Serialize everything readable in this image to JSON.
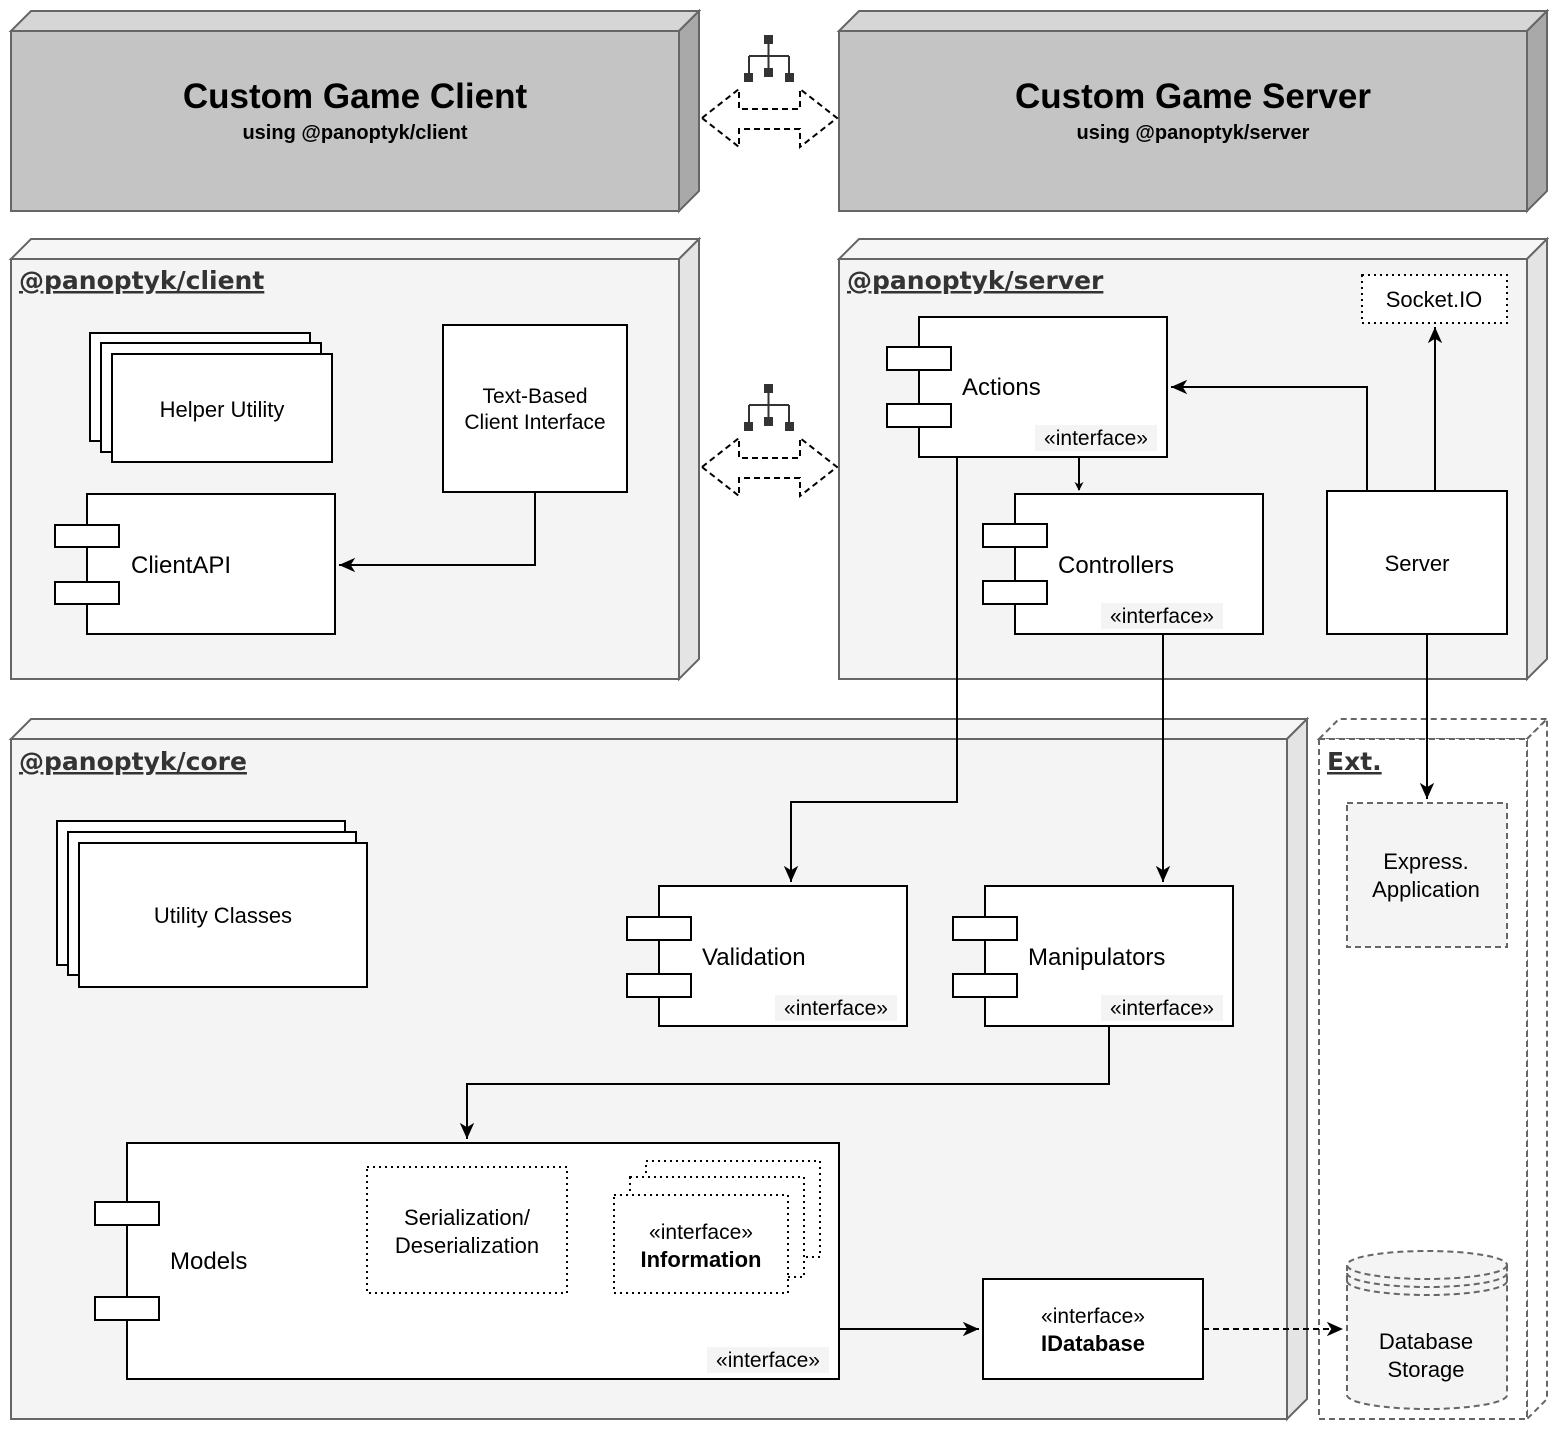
{
  "top": {
    "client": {
      "title": "Custom Game Client",
      "subtitle": "using @panoptyk/client"
    },
    "server": {
      "title": "Custom Game Server",
      "subtitle": "using @panoptyk/server"
    }
  },
  "client_pkg": {
    "label": "@panoptyk/client",
    "helper": "Helper Utility",
    "text_client_line1": "Text-Based",
    "text_client_line2": "Client Interface",
    "client_api": "ClientAPI"
  },
  "server_pkg": {
    "label": "@panoptyk/server",
    "actions": "Actions",
    "actions_stereo": "«interface»",
    "controllers": "Controllers",
    "controllers_stereo": "«interface»",
    "server": "Server",
    "socketio": "Socket.IO"
  },
  "core_pkg": {
    "label": "@panoptyk/core",
    "utility": "Utility Classes",
    "validation": "Validation",
    "validation_stereo": "«interface»",
    "manipulators": "Manipulators",
    "manipulators_stereo": "«interface»",
    "models": "Models",
    "models_stereo": "«interface»",
    "serial_line1": "Serialization/",
    "serial_line2": "Deserialization",
    "info_stereo": "«interface»",
    "info_name": "Information",
    "idb_stereo": "«interface»",
    "idb_name": "IDatabase"
  },
  "ext_pkg": {
    "label": "Ext.",
    "express_line1": "Express.",
    "express_line2": "Application",
    "db_line1": "Database",
    "db_line2": "Storage"
  },
  "icons": [
    "network-icon",
    "bidirectional-arrow-icon"
  ]
}
